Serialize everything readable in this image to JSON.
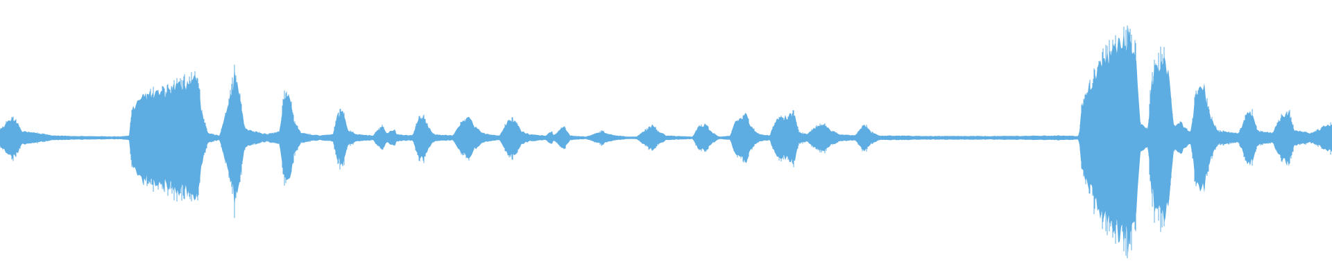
{
  "waveform": {
    "color": "#5dade2",
    "baseline_color": "#5dade2",
    "duration_fraction_shown": 1.0,
    "envelope": [
      [
        0.0,
        0.07
      ],
      [
        0.002,
        0.09
      ],
      [
        0.006,
        0.14
      ],
      [
        0.01,
        0.17
      ],
      [
        0.013,
        0.13
      ],
      [
        0.016,
        0.06
      ],
      [
        0.02,
        0.05
      ],
      [
        0.028,
        0.04
      ],
      [
        0.04,
        0.02
      ],
      [
        0.06,
        0.015
      ],
      [
        0.09,
        0.012
      ],
      [
        0.097,
        0.02
      ],
      [
        0.099,
        0.25
      ],
      [
        0.105,
        0.34
      ],
      [
        0.115,
        0.38
      ],
      [
        0.125,
        0.42
      ],
      [
        0.135,
        0.46
      ],
      [
        0.142,
        0.5
      ],
      [
        0.148,
        0.52
      ],
      [
        0.152,
        0.2
      ],
      [
        0.156,
        0.04
      ],
      [
        0.165,
        0.02
      ],
      [
        0.172,
        0.3
      ],
      [
        0.176,
        0.55
      ],
      [
        0.18,
        0.35
      ],
      [
        0.184,
        0.08
      ],
      [
        0.19,
        0.06
      ],
      [
        0.2,
        0.03
      ],
      [
        0.21,
        0.05
      ],
      [
        0.213,
        0.35
      ],
      [
        0.217,
        0.38
      ],
      [
        0.221,
        0.14
      ],
      [
        0.226,
        0.04
      ],
      [
        0.24,
        0.02
      ],
      [
        0.25,
        0.03
      ],
      [
        0.253,
        0.18
      ],
      [
        0.257,
        0.25
      ],
      [
        0.261,
        0.07
      ],
      [
        0.268,
        0.03
      ],
      [
        0.28,
        0.02
      ],
      [
        0.284,
        0.07
      ],
      [
        0.287,
        0.1
      ],
      [
        0.29,
        0.04
      ],
      [
        0.296,
        0.07
      ],
      [
        0.298,
        0.03
      ],
      [
        0.31,
        0.02
      ],
      [
        0.314,
        0.16
      ],
      [
        0.318,
        0.18
      ],
      [
        0.322,
        0.08
      ],
      [
        0.326,
        0.03
      ],
      [
        0.34,
        0.02
      ],
      [
        0.346,
        0.12
      ],
      [
        0.352,
        0.18
      ],
      [
        0.356,
        0.1
      ],
      [
        0.362,
        0.04
      ],
      [
        0.375,
        0.02
      ],
      [
        0.381,
        0.14
      ],
      [
        0.387,
        0.17
      ],
      [
        0.391,
        0.06
      ],
      [
        0.397,
        0.03
      ],
      [
        0.41,
        0.02
      ],
      [
        0.414,
        0.06
      ],
      [
        0.416,
        0.02
      ],
      [
        0.42,
        0.07
      ],
      [
        0.424,
        0.09
      ],
      [
        0.428,
        0.02
      ],
      [
        0.44,
        0.01
      ],
      [
        0.448,
        0.04
      ],
      [
        0.452,
        0.06
      ],
      [
        0.458,
        0.03
      ],
      [
        0.47,
        0.01
      ],
      [
        0.478,
        0.01
      ],
      [
        0.485,
        0.07
      ],
      [
        0.49,
        0.11
      ],
      [
        0.494,
        0.06
      ],
      [
        0.5,
        0.02
      ],
      [
        0.52,
        0.01
      ],
      [
        0.524,
        0.09
      ],
      [
        0.53,
        0.12
      ],
      [
        0.534,
        0.05
      ],
      [
        0.54,
        0.01
      ],
      [
        0.548,
        0.02
      ],
      [
        0.552,
        0.14
      ],
      [
        0.56,
        0.2
      ],
      [
        0.564,
        0.09
      ],
      [
        0.57,
        0.03
      ],
      [
        0.578,
        0.02
      ],
      [
        0.582,
        0.15
      ],
      [
        0.59,
        0.18
      ],
      [
        0.596,
        0.21
      ],
      [
        0.6,
        0.05
      ],
      [
        0.606,
        0.03
      ],
      [
        0.612,
        0.09
      ],
      [
        0.618,
        0.12
      ],
      [
        0.624,
        0.06
      ],
      [
        0.63,
        0.03
      ],
      [
        0.642,
        0.02
      ],
      [
        0.646,
        0.09
      ],
      [
        0.65,
        0.11
      ],
      [
        0.654,
        0.05
      ],
      [
        0.66,
        0.02
      ],
      [
        0.7,
        0.015
      ],
      [
        0.75,
        0.015
      ],
      [
        0.8,
        0.02
      ],
      [
        0.81,
        0.015
      ],
      [
        0.812,
        0.25
      ],
      [
        0.818,
        0.45
      ],
      [
        0.824,
        0.6
      ],
      [
        0.832,
        0.72
      ],
      [
        0.838,
        0.8
      ],
      [
        0.844,
        0.85
      ],
      [
        0.848,
        0.88
      ],
      [
        0.852,
        0.82
      ],
      [
        0.856,
        0.12
      ],
      [
        0.862,
        0.08
      ],
      [
        0.864,
        0.45
      ],
      [
        0.868,
        0.65
      ],
      [
        0.873,
        0.72
      ],
      [
        0.877,
        0.58
      ],
      [
        0.881,
        0.1
      ],
      [
        0.886,
        0.14
      ],
      [
        0.89,
        0.08
      ],
      [
        0.894,
        0.05
      ],
      [
        0.898,
        0.42
      ],
      [
        0.904,
        0.44
      ],
      [
        0.908,
        0.2
      ],
      [
        0.914,
        0.06
      ],
      [
        0.93,
        0.04
      ],
      [
        0.936,
        0.2
      ],
      [
        0.94,
        0.22
      ],
      [
        0.944,
        0.06
      ],
      [
        0.955,
        0.04
      ],
      [
        0.962,
        0.18
      ],
      [
        0.968,
        0.22
      ],
      [
        0.972,
        0.06
      ],
      [
        0.985,
        0.04
      ],
      [
        0.995,
        0.1
      ],
      [
        1.0,
        0.12
      ]
    ]
  }
}
